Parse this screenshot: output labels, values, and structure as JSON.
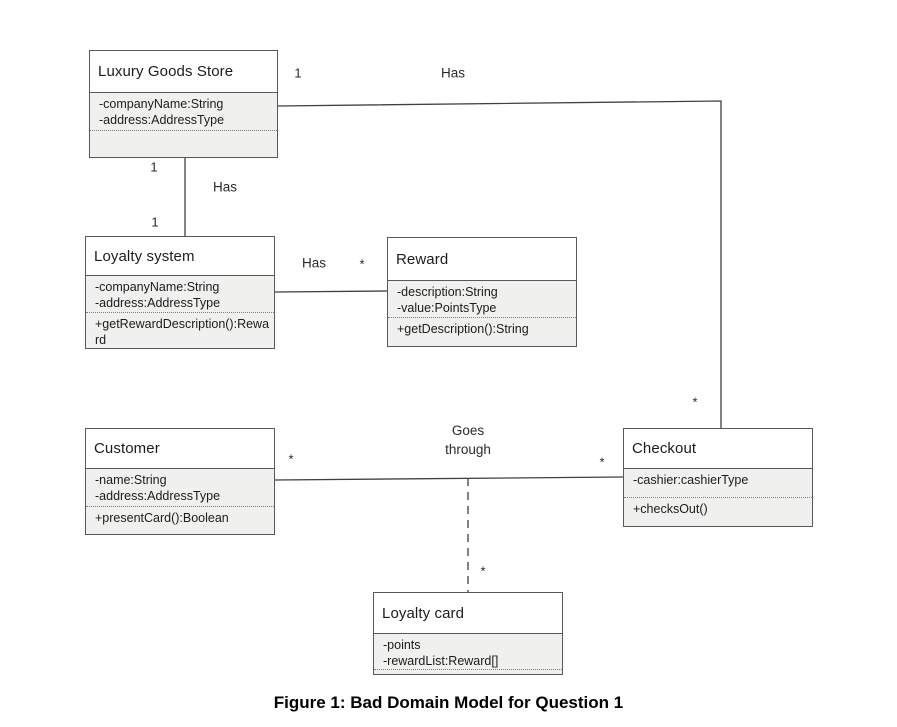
{
  "caption": "Figure 1: Bad Domain Model for Question 1",
  "classes": [
    {
      "name": "Luxury Goods Store",
      "attributes": [
        "-companyName:String",
        "-address:AddressType"
      ],
      "methods": []
    },
    {
      "name": "Loyalty system",
      "attributes": [
        "-companyName:String",
        "-address:AddressType"
      ],
      "methods": [
        "+getRewardDescription():Reward"
      ]
    },
    {
      "name": "Reward",
      "attributes": [
        "-description:String",
        "-value:PointsType"
      ],
      "methods": [
        "+getDescription():String"
      ]
    },
    {
      "name": "Customer",
      "attributes": [
        "-name:String",
        "-address:AddressType"
      ],
      "methods": [
        "+presentCard():Boolean"
      ]
    },
    {
      "name": "Checkout",
      "attributes": [
        "-cashier:cashierType"
      ],
      "methods": [
        "+checksOut()"
      ]
    },
    {
      "name": "Loyalty card",
      "attributes": [
        "-points",
        "-rewardList:Reward[]"
      ],
      "methods": []
    }
  ],
  "associations": [
    {
      "name": "store-checkout",
      "label": "Has",
      "store_multiplicity": "1",
      "checkout_multiplicity": "*"
    },
    {
      "name": "store-loyaltysystem",
      "label": "Has",
      "store_multiplicity": "1",
      "loyalty_multiplicity": "1"
    },
    {
      "name": "loyaltysystem-reward",
      "label": "Has",
      "reward_multiplicity": "*"
    },
    {
      "name": "customer-checkout",
      "label_line1": "Goes",
      "label_line2": "through",
      "customer_multiplicity": "*",
      "checkout_multiplicity": "*"
    },
    {
      "name": "association-loyaltycard",
      "card_multiplicity": "*"
    }
  ],
  "colors": {
    "box_border": "#57585a",
    "compartment_fill": "#f0f0ef",
    "line_stroke": "#404040"
  }
}
